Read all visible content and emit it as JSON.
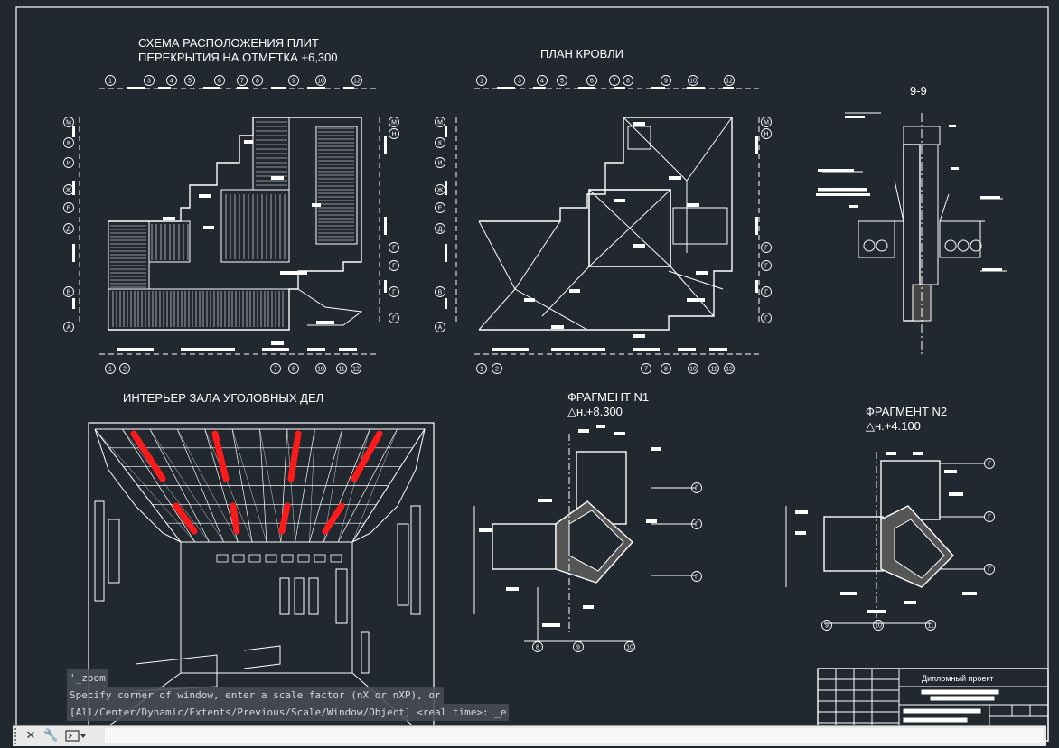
{
  "titles": {
    "slab_plan_line1": "СХЕМА РАСПОЛОЖЕНИЯ ПЛИТ",
    "slab_plan_line2": "ПЕРЕКРЫТИЯ НА ОТМЕТКА +6,300",
    "roof_plan": "ПЛАН КРОВЛИ",
    "section": "9-9",
    "interior": "ИНТЕРЬЕР ЗАЛА УГОЛОВНЫХ ДЕЛ",
    "fragment1": "ФРАГМЕНТ N1",
    "fragment1_level": "△н.+8.300",
    "fragment2": "ФРАГМЕНТ N2",
    "fragment2_level": "△н.+4.100"
  },
  "axes": {
    "top_numbers": [
      "1",
      "3",
      "4",
      "5",
      "6",
      "7",
      "8",
      "9",
      "10",
      "12"
    ],
    "bottom_numbers": [
      "1",
      "2",
      "7",
      "8",
      "10",
      "11",
      "12"
    ],
    "left_letters": [
      "М",
      "К",
      "И",
      "Ж",
      "Е",
      "Д",
      "В",
      "А"
    ],
    "right_letters": [
      "М",
      "Н",
      "Г",
      "Г",
      "Г",
      "Г"
    ],
    "frag1_numbers": [
      "8",
      "9",
      "10"
    ],
    "frag1_letters": [
      "Г",
      "Г",
      "Г"
    ],
    "frag2_numbers": [
      "9",
      "10",
      "11"
    ],
    "frag2_letters": [
      "Г",
      "Г",
      "Г"
    ]
  },
  "title_block": {
    "project": "Дипломный проект"
  },
  "command": {
    "history": [
      "'_zoom",
      "Specify corner of window, enter a scale factor (nX or nXP), or",
      "[All/Center/Dynamic/Extents/Previous/Scale/Window/Object] <real time>: _e"
    ],
    "input_value": ""
  },
  "icons": {
    "close": "close-icon",
    "customize": "wrench-icon",
    "prompt": "command-prompt-icon"
  },
  "colors": {
    "background": "#212830",
    "lines": "#ffffff",
    "highlight": "#ff1a1a"
  }
}
